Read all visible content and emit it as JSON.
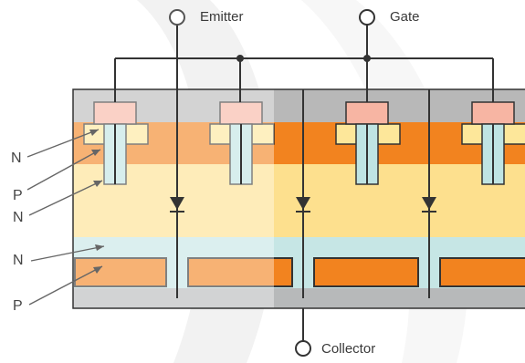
{
  "terminals": {
    "emitter": "Emitter",
    "gate": "Gate",
    "collector": "Collector"
  },
  "layer_labels": [
    "N",
    "P",
    "N",
    "N",
    "P"
  ],
  "colors": {
    "overlay_grey": "#b8b8b8",
    "substrate_orange": "#f2831f",
    "p_region_yellow": "#fde08e",
    "n_plus_yellow": "#fde79a",
    "gate_pink": "#f7b5a3",
    "trench_blue": "#bfe4e3",
    "buffer_n_blue": "#c6e6e5",
    "bottom_metal_grey": "#b7b9ba",
    "wire": "#333333"
  }
}
